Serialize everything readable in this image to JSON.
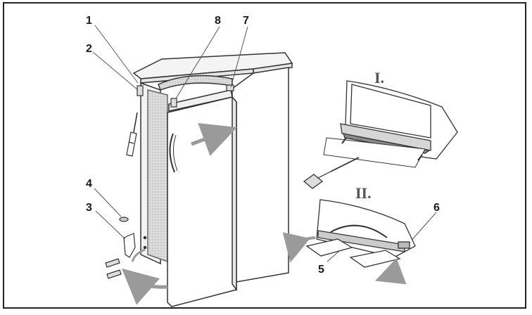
{
  "callouts": {
    "n1": "1",
    "n2": "2",
    "n3": "3",
    "n4": "4",
    "n5": "5",
    "n6": "6",
    "n7": "7",
    "n8": "8"
  },
  "steps": {
    "step1": "I.",
    "step2": "II."
  },
  "colors": {
    "line": "#333333",
    "shade": "#bdbdbd",
    "arrow": "#9a9a9a"
  }
}
